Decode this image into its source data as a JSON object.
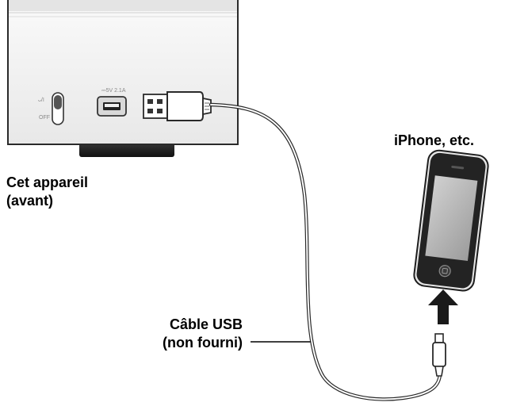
{
  "labels": {
    "device_line1": "Cet appareil",
    "device_line2": "(avant)",
    "phone": "iPhone, etc.",
    "cable_line1": "Câble USB",
    "cable_line2": "(non fourni)"
  },
  "device_panel": {
    "switch_on_mark": "ᴗ/I",
    "switch_off_mark": "OFF",
    "usb_port_rating": "⎓5V 2.1A"
  },
  "icons": [
    "power-switch",
    "usb-port",
    "usb-a-plug",
    "micro-usb-plug",
    "smartphone",
    "insert-arrow-up-icon"
  ],
  "colors": {
    "outline": "#2a2a2a",
    "panel": "#f2f2f2",
    "device_foot": "#1e1e1e",
    "arrow": "#1a1a1a",
    "phone_body": "#232323",
    "phone_screen": "#b8b8b8"
  }
}
